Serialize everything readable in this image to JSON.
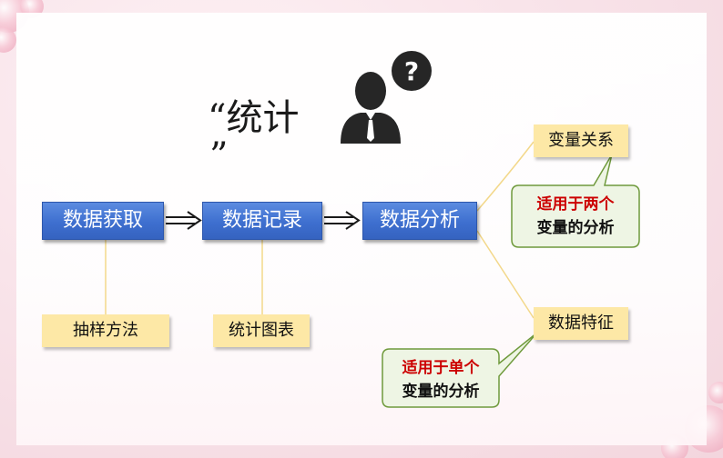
{
  "title": {
    "open_quote_text": "“统计",
    "close_quote": "”"
  },
  "process_steps": [
    "数据获取",
    "数据记录",
    "数据分析"
  ],
  "sub_labels": {
    "acquisition": "抽样方法",
    "recording": "统计图表"
  },
  "analysis_branches": {
    "relation": "变量关系",
    "feature": "数据特征"
  },
  "callouts": {
    "two_var": {
      "line1": "适用于两个",
      "line2": "变量的分析"
    },
    "one_var": {
      "line1": "适用于单个",
      "line2": "变量的分析"
    }
  },
  "icons": {
    "person": "person-question-icon",
    "question": "question-mark-icon"
  },
  "colors": {
    "step_box": "#3e6fcf",
    "label_box": "#fde8a6",
    "callout_fill": "#eef5e4",
    "callout_border": "#6f9a3c",
    "callout_text_accent": "#cc0000",
    "connector": "#f3d88a"
  }
}
